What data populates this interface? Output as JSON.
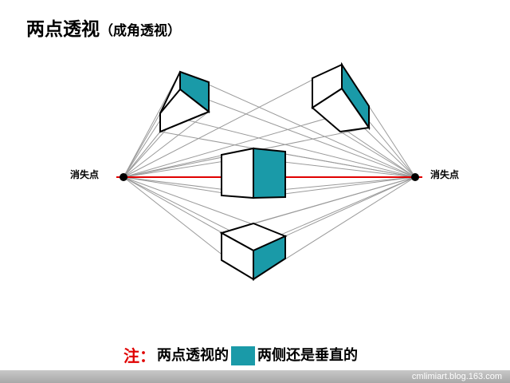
{
  "title": {
    "main": "两点透视",
    "sub": "（成角透视）"
  },
  "vanishing_points": {
    "left_label": "消失点",
    "right_label": "消失点"
  },
  "note": {
    "prefix": "注：",
    "text_before": "两点透视的",
    "text_after": "两侧还是垂直的"
  },
  "footer": {
    "watermark": "cmlimiart.blog.163.com"
  },
  "colors": {
    "accent_face": "#1a9aa8",
    "horizon_line": "#e00000",
    "note_prefix": "#e00000",
    "perspective_lines": "#9a9a9a"
  }
}
